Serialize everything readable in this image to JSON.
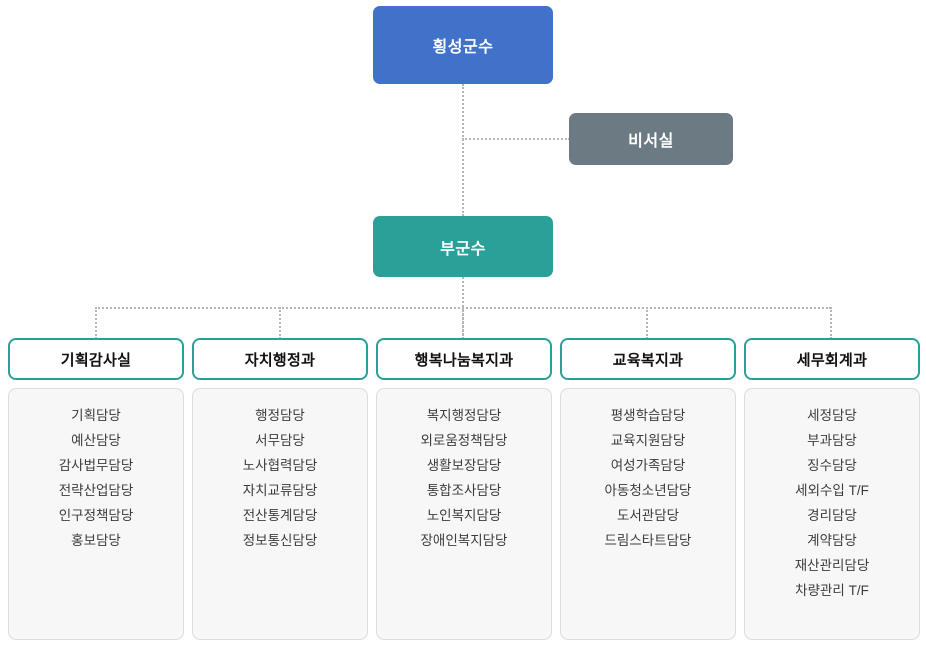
{
  "colors": {
    "head_bg": "#3f72c8",
    "aide_bg": "#6c7a84",
    "deputy_bg": "#2aa198",
    "dept_border": "#2aa198",
    "panel_bg": "#f7f7f7",
    "panel_border": "#dcdcdc",
    "connector": "#b6b6b6",
    "node_text": "#ffffff",
    "dept_title_text": "#111111",
    "dept_item_text": "#3c3c3c"
  },
  "nodes": {
    "head": {
      "label": "횡성군수"
    },
    "aide": {
      "label": "비서실"
    },
    "deputy": {
      "label": "부군수"
    }
  },
  "departments": [
    {
      "title": "기획감사실",
      "items": [
        "기획담당",
        "예산담당",
        "감사법무담당",
        "전략산업담당",
        "인구정책담당",
        "홍보담당"
      ]
    },
    {
      "title": "자치행정과",
      "items": [
        "행정담당",
        "서무담당",
        "노사협력담당",
        "자치교류담당",
        "전산통계담당",
        "정보통신담당"
      ]
    },
    {
      "title": "행복나눔복지과",
      "items": [
        "복지행정담당",
        "외로움정책담당",
        "생활보장담당",
        "통합조사담당",
        "노인복지담당",
        "장애인복지담당"
      ]
    },
    {
      "title": "교육복지과",
      "items": [
        "평생학습담당",
        "교육지원담당",
        "여성가족담당",
        "아동청소년담당",
        "도서관담당",
        "드림스타트담당"
      ]
    },
    {
      "title": "세무회계과",
      "items": [
        "세정담당",
        "부과담당",
        "징수담당",
        "세외수입 T/F",
        "경리담당",
        "계약담당",
        "재산관리담당",
        "차량관리 T/F"
      ]
    }
  ]
}
